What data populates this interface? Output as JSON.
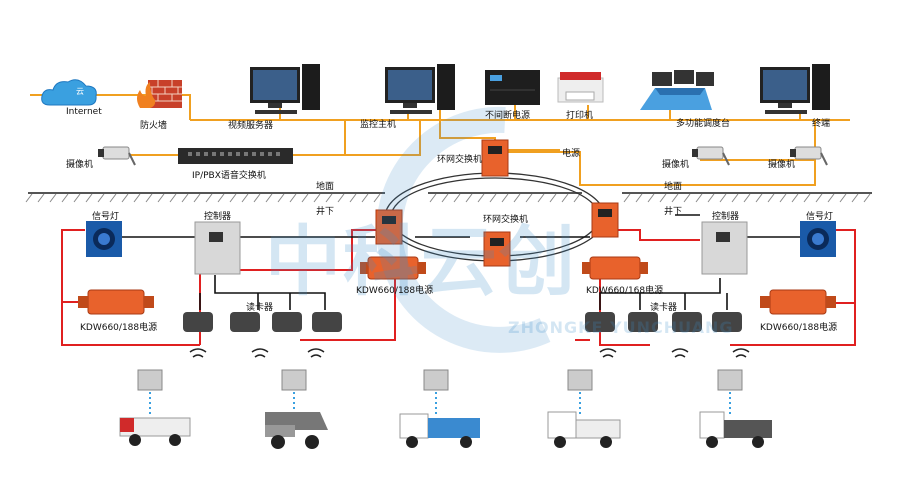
{
  "labels": {
    "cloud": "云",
    "internet": "Internet",
    "firewall": "防火墙",
    "video_server": "视频服务器",
    "monitor_host": "监控主机",
    "ups": "不间断电源",
    "printer": "打印机",
    "dispatch_console": "多功能调度台",
    "terminal": "终端",
    "camera_left": "摄像机",
    "pbx": "IP/PBX语音交换机",
    "ring_switch_top": "环网交换机",
    "power_top": "电源",
    "camera_right_1": "摄像机",
    "camera_right_2": "摄像机",
    "ground_left": "地面",
    "ground_right": "地面",
    "underground_left": "井下",
    "underground_right": "井下",
    "signal_lamp_left": "信号灯",
    "controller_left": "控制器",
    "power_kdw_left": "KDW660/188电源",
    "reader_left": "读卡器",
    "ring_switch_mid": "环网交换机",
    "power_kdw_mid_left": "KDW660/188电源",
    "power_kdw_mid_right": "KDW660/168电源",
    "reader_right": "读卡器",
    "controller_right": "控制器",
    "signal_lamp_right": "信号灯",
    "power_kdw_right": "KDW660/188电源"
  },
  "watermark": {
    "cn": "中科云创",
    "en": "ZHONGKE YUNCHUANG"
  },
  "colors": {
    "network_line": "#f0a020",
    "red_line": "#e02020",
    "black_line": "#111111",
    "explosion_box": "#e8622c",
    "controller": "#d8d8d8",
    "lamp": "#1a5aa8",
    "watermark": "#3c8cc8"
  },
  "icons": {
    "cloud": "cloud-icon",
    "firewall": "brick-wall-icon",
    "computer": "desktop-computer-icon",
    "ups": "ups-icon",
    "printer": "printer-icon",
    "console": "console-icon",
    "camera": "cctv-camera-icon",
    "switch": "network-switch-icon",
    "reader": "card-reader-icon",
    "tag": "rfid-tag-icon",
    "vehicle": "mine-vehicle-icon",
    "signal": "wireless-signal-icon"
  }
}
